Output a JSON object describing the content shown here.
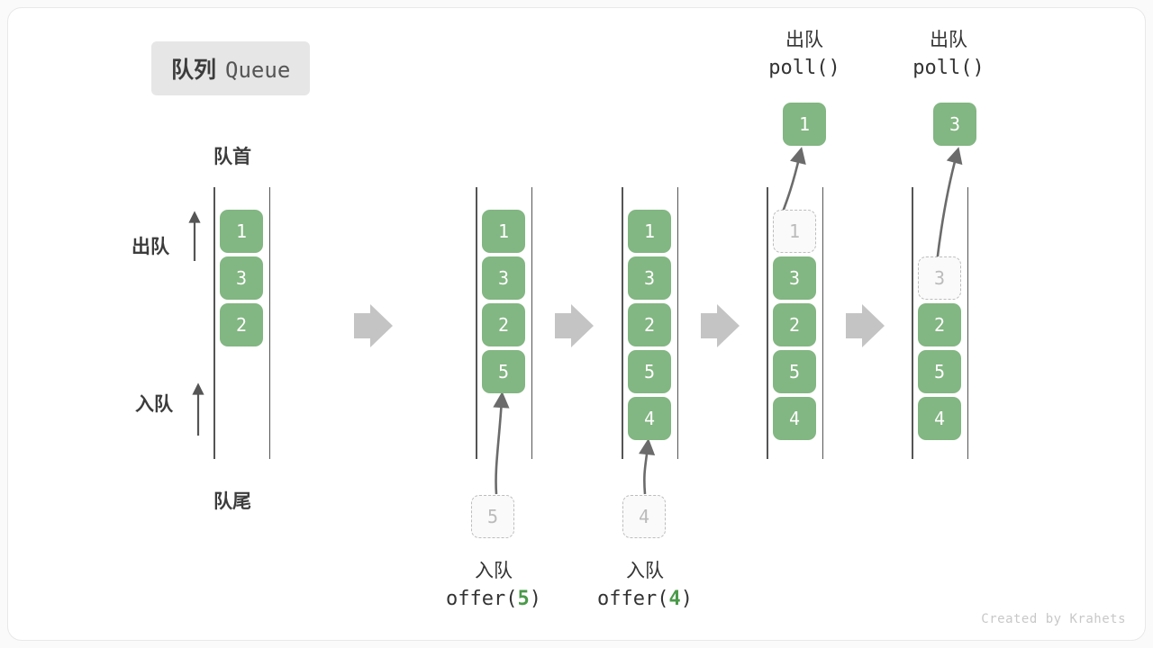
{
  "title": {
    "cn": "队列",
    "en": "Queue"
  },
  "labels": {
    "head": "队首",
    "tail": "队尾",
    "dequeue_side": "出队",
    "enqueue_side": "入队"
  },
  "colors": {
    "element_fill": "#82b682",
    "element_text": "#ffffff",
    "ghost_border": "#bdbdbd",
    "ghost_text": "#bbbbbb",
    "rail": "#555555",
    "flow_arrow": "#c4c4c4",
    "accent_code_number": "#4a9a4a",
    "badge_bg": "#e6e6e6",
    "card_bg": "#ffffff",
    "page_bg": "#fafafa"
  },
  "operations": {
    "offer5": {
      "cn": "入队",
      "code_prefix": "offer(",
      "code_num": "5",
      "code_suffix": ")"
    },
    "offer4": {
      "cn": "入队",
      "code_prefix": "offer(",
      "code_num": "4",
      "code_suffix": ")"
    },
    "poll1": {
      "cn": "出队",
      "code": "poll()"
    },
    "poll2": {
      "cn": "出队",
      "code": "poll()"
    }
  },
  "stages": [
    {
      "name": "initial",
      "slots": [
        {
          "value": "1",
          "state": "filled"
        },
        {
          "value": "3",
          "state": "filled"
        },
        {
          "value": "2",
          "state": "filled"
        }
      ]
    },
    {
      "name": "after-offer-5",
      "slots": [
        {
          "value": "1",
          "state": "filled"
        },
        {
          "value": "3",
          "state": "filled"
        },
        {
          "value": "2",
          "state": "filled"
        },
        {
          "value": "5",
          "state": "filled"
        }
      ],
      "incoming": {
        "value": "5",
        "state": "ghost"
      }
    },
    {
      "name": "after-offer-4",
      "slots": [
        {
          "value": "1",
          "state": "filled"
        },
        {
          "value": "3",
          "state": "filled"
        },
        {
          "value": "2",
          "state": "filled"
        },
        {
          "value": "5",
          "state": "filled"
        },
        {
          "value": "4",
          "state": "filled"
        }
      ],
      "incoming": {
        "value": "4",
        "state": "ghost"
      }
    },
    {
      "name": "after-poll-1",
      "slots": [
        {
          "value": "1",
          "state": "ghost"
        },
        {
          "value": "3",
          "state": "filled"
        },
        {
          "value": "2",
          "state": "filled"
        },
        {
          "value": "5",
          "state": "filled"
        },
        {
          "value": "4",
          "state": "filled"
        }
      ],
      "outgoing": {
        "value": "1",
        "state": "filled"
      }
    },
    {
      "name": "after-poll-3",
      "slots": [
        {
          "value": "",
          "state": "empty"
        },
        {
          "value": "3",
          "state": "ghost"
        },
        {
          "value": "2",
          "state": "filled"
        },
        {
          "value": "5",
          "state": "filled"
        },
        {
          "value": "4",
          "state": "filled"
        }
      ],
      "outgoing": {
        "value": "3",
        "state": "filled"
      }
    }
  ],
  "credit": "Created by Krahets"
}
